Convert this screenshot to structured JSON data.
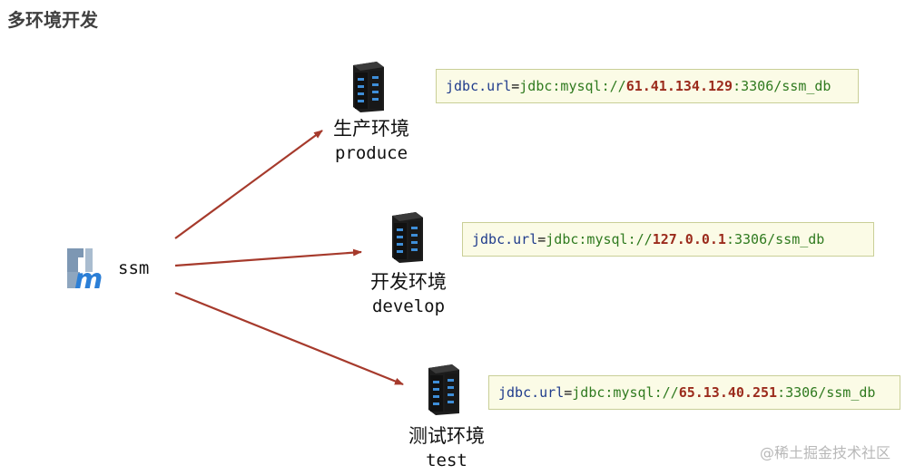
{
  "page": {
    "title": "多环境开发"
  },
  "project": {
    "name": "ssm",
    "logo_icon": "maven-m-logo-icon"
  },
  "environments": [
    {
      "name_cn": "生产环境",
      "name_en": "produce",
      "config": {
        "key": "jdbc.url",
        "eq": "=",
        "prefix": "jdbc:mysql://",
        "host": "61.41.134.129",
        "suffix": ":3306/ssm_db"
      }
    },
    {
      "name_cn": "开发环境",
      "name_en": "develop",
      "config": {
        "key": "jdbc.url",
        "eq": "=",
        "prefix": "jdbc:mysql://",
        "host": "127.0.0.1",
        "suffix": ":3306/ssm_db"
      }
    },
    {
      "name_cn": "测试环境",
      "name_en": "test",
      "config": {
        "key": "jdbc.url",
        "eq": "=",
        "prefix": "jdbc:mysql://",
        "host": "65.13.40.251",
        "suffix": ":3306/ssm_db"
      }
    }
  ],
  "colors": {
    "arrow": "#a63a2c",
    "host": "#9b2b1c",
    "key": "#1f3b8c",
    "value": "#2f7a1f",
    "box_fill": "#fbfbe6",
    "box_border": "#c9cf97"
  },
  "watermark": "@稀土掘金技术社区"
}
